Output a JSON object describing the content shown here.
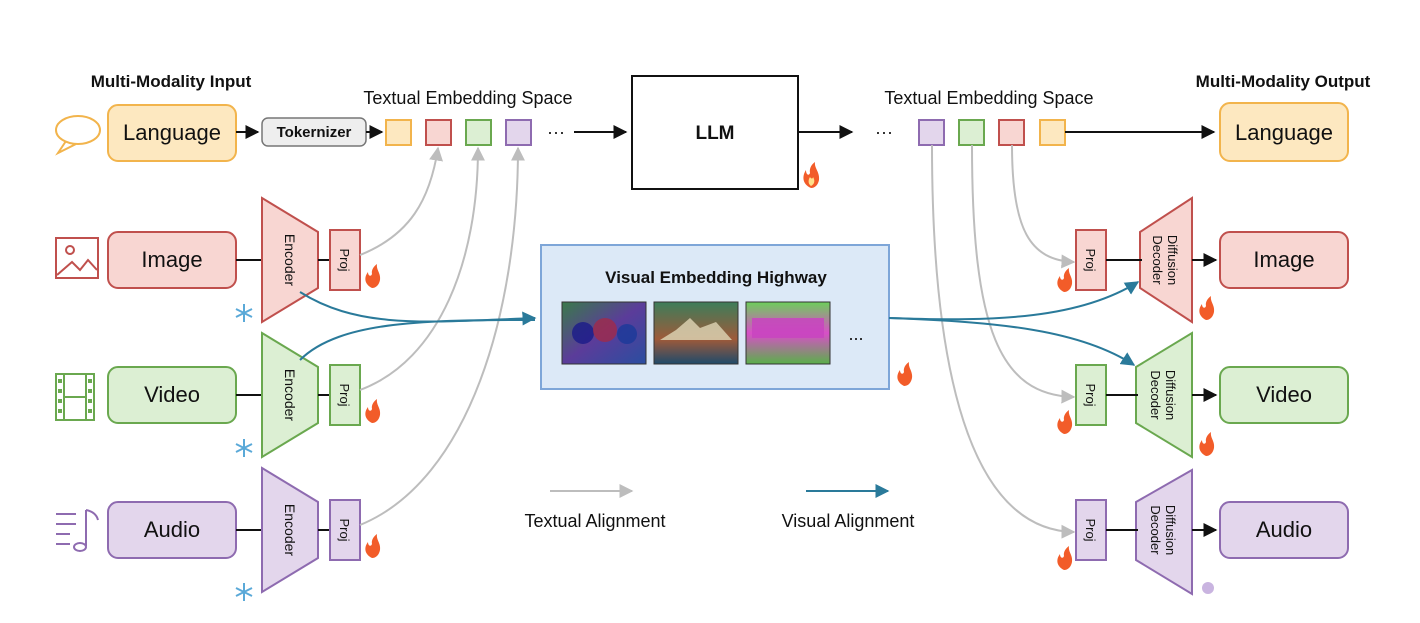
{
  "headings": {
    "input": "Multi-Modality Input",
    "output": "Multi-Modality Output",
    "text_space_left": "Textual Embedding Space",
    "text_space_right": "Textual Embedding Space",
    "highway": "Visual Embedding Highway"
  },
  "llm": "LLM",
  "tokenizer": "Tokernizer",
  "ellipsis": "···",
  "highway_ellipsis": "...",
  "inputs": [
    {
      "label": "Language",
      "icon": "speech-bubble-icon",
      "color": "#fde8c0",
      "stroke": "#f2b44c"
    },
    {
      "label": "Image",
      "icon": "image-icon",
      "color": "#f8d6d2",
      "stroke": "#c0504d"
    },
    {
      "label": "Video",
      "icon": "film-strip-icon",
      "color": "#dcefd3",
      "stroke": "#6aa84f"
    },
    {
      "label": "Audio",
      "icon": "music-note-icon",
      "color": "#e3d6ec",
      "stroke": "#8e6bb0"
    }
  ],
  "outputs": [
    {
      "label": "Language"
    },
    {
      "label": "Image"
    },
    {
      "label": "Video"
    },
    {
      "label": "Audio"
    }
  ],
  "encoder_label": "Encoder",
  "proj_label": "Proj",
  "decoder_label": "Diffusion Decoder",
  "legend": {
    "textual": "Textual Alignment",
    "visual": "Visual Alignment",
    "textual_color": "#bdbdbd",
    "visual_color": "#2a7a9a"
  },
  "colors": {
    "lang": "#fde8c0",
    "lang_stroke": "#f2b44c",
    "image": "#f8d6d2",
    "image_stroke": "#c0504d",
    "video": "#dcefd3",
    "video_stroke": "#6aa84f",
    "audio": "#e3d6ec",
    "audio_stroke": "#8e6bb0",
    "highway_fill": "#dce9f7",
    "highway_stroke": "#7ea6d8"
  }
}
